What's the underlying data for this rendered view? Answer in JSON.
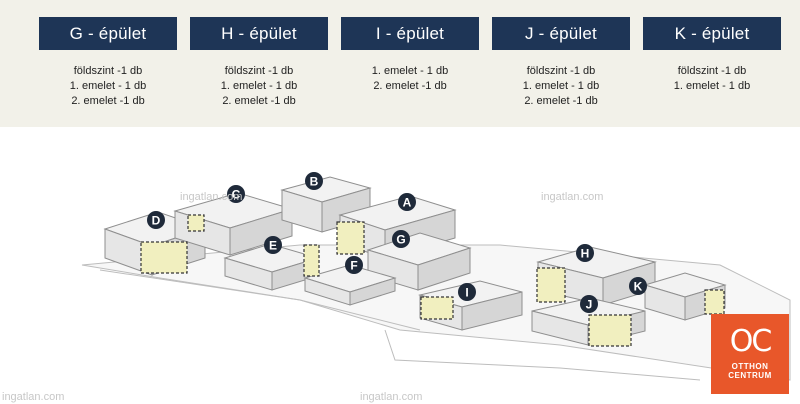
{
  "buildings": [
    {
      "title": "G - épület",
      "lines": [
        "földszint -1 db",
        "1. emelet - 1 db",
        "2. emelet -1 db"
      ]
    },
    {
      "title": "H - épület",
      "lines": [
        "földszint -1 db",
        "1. emelet - 1 db",
        "2. emelet -1 db"
      ]
    },
    {
      "title": "I - épület",
      "lines": [
        "1. emelet - 1 db",
        "2. emelet -1 db"
      ]
    },
    {
      "title": "J - épület",
      "lines": [
        "földszint -1 db",
        "1. emelet - 1 db",
        "2. emelet -1 db"
      ]
    },
    {
      "title": "K - épület",
      "lines": [
        "földszint -1 db",
        "1. emelet - 1 db"
      ]
    }
  ],
  "map_labels": [
    "A",
    "B",
    "C",
    "D",
    "E",
    "F",
    "G",
    "H",
    "I",
    "J",
    "K"
  ],
  "watermark": "ingatlan.com",
  "logo": {
    "line1": "OTTHON",
    "line2": "CENTRUM"
  },
  "colors": {
    "header_bg": "#1e3556",
    "top_band": "#f2f1e9",
    "highlight": "#f1efbf",
    "marker": "#1f2a3a",
    "logo_bg": "#e8572a"
  }
}
